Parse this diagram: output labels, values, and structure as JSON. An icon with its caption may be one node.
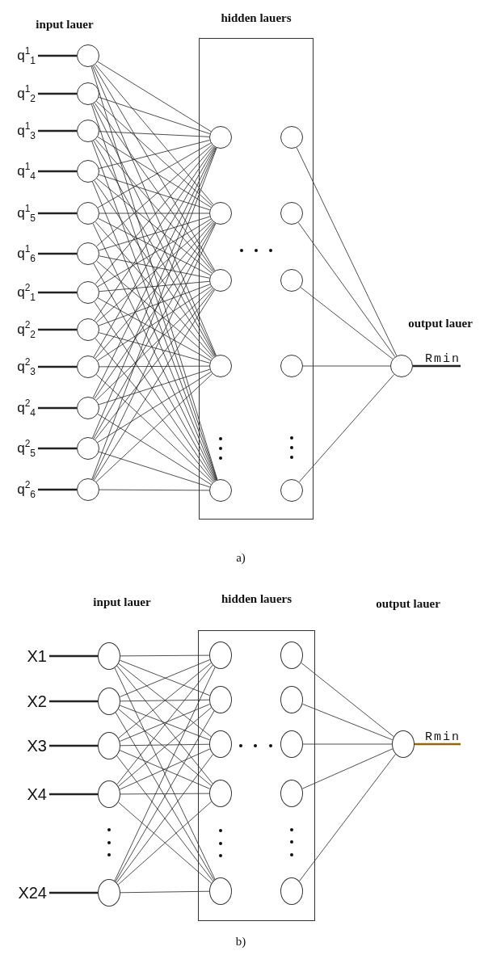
{
  "diagram": {
    "nodes": [
      {
        "text": [
          "hidden lauers"
        ]
      },
      {
        "text": [
          "q$^{1}$$_{1}$"
        ]
      },
      {
        "text": [
          "q$^{1}$$_{2}$"
        ]
      },
      {
        "text": [
          "q$^{1}$$_{3}$"
        ]
      },
      {
        "text": [
          "q$^{1}$$_{4}$"
        ]
      },
      {
        "text": [
          "q$^{1}$$_{5}$"
        ]
      },
      {
        "text": [
          "q$^{1}$$_{6}$"
        ]
      },
      {
        "text": [
          "q$^{2}$$_{1}$"
        ]
      },
      {
        "text": [
          "q$^{2}$$_{2}$"
        ]
      },
      {
        "text": [
          "q$^{2}$$_{3}$"
        ]
      },
      {
        "text": [
          "q$^{2}$$_{4}$"
        ]
      },
      {
        "text": [
          "q$^{2}$$_{5}$"
        ]
      },
      {
        "text": [
          "q$^{2}$$_{6}$"
        ]
      },
      {
        "text": [],
        "shape": "circle"
      },
      {
        "text": [],
        "shape": "circle"
      },
      {
        "text": [],
        "shape": "circle"
      },
      {
        "text": [],
        "shape": "circle"
      },
      {
        "text": [],
        "shape": "circle"
      },
      {
        "text": [],
        "shape": "circle"
      },
      {
        "text": [],
        "shape": "circle"
      },
      {
        "text": [],
        "shape": "circle"
      },
      {
        "text": [],
        "shape": "circle"
      },
      {
        "text": [],
        "shape": "circle"
      },
      {
        "text": [],
        "shape": "circle"
      },
      {
        "text": [],
        "shape": "circle"
      },
      {
        "text": [],
        "shape": "circle",
        "in": 0
      },
      {
        "text": [],
        "shape": "circle",
        "in": 0
      },
      {
        "text": [],
        "shape": "circle",
        "in": 0
      },
      {
        "text": [],
        "shape": "circle",
        "in": 0
      },
      {
        "text": [],
        "shape": "circle",
        "in": 0
      },
      {
        "text": [],
        "shape": "circle",
        "in": 0
      },
      {
        "text": [],
        "shape": "circle",
        "in": 0
      },
      {
        "text": [],
        "shape": "circle",
        "in": 0
      },
      {
        "text": [],
        "shape": "circle",
        "in": 0
      },
      {
        "text": [],
        "shape": "circle",
        "in": 0
      },
      {
        "text": [],
        "shape": "circle"
      },
      {
        "text": [
          "Rmin"
        ]
      },
      {
        "text": [
          "hidden lauers"
        ]
      },
      {
        "text": [
          "X1"
        ]
      },
      {
        "text": [
          "X2"
        ]
      },
      {
        "text": [
          "X3"
        ]
      },
      {
        "text": [
          "X4"
        ]
      },
      {
        "text": [
          "X24"
        ]
      },
      {
        "text": [],
        "shape": "circle"
      },
      {
        "text": [],
        "shape": "circle"
      },
      {
        "text": [],
        "shape": "circle"
      },
      {
        "text": [],
        "shape": "circle"
      },
      {
        "text": [],
        "shape": "circle"
      },
      {
        "text": [],
        "shape": "circle",
        "in": 37
      },
      {
        "text": [],
        "shape": "circle",
        "in": 37
      },
      {
        "text": [],
        "shape": "circle",
        "in": 37
      },
      {
        "text": [],
        "shape": "circle",
        "in": 37
      },
      {
        "text": [],
        "shape": "circle",
        "in": 37
      },
      {
        "text": [],
        "shape": "circle",
        "in": 37
      },
      {
        "text": [],
        "shape": "circle",
        "in": 37
      },
      {
        "text": [],
        "shape": "circle",
        "in": 37
      },
      {
        "text": [],
        "shape": "circle",
        "in": 37
      },
      {
        "text": [],
        "shape": "circle",
        "in": 37
      },
      {
        "text": [],
        "shape": "circle"
      },
      {
        "text": [
          "Rmin"
        ]
      }
    ],
    "edges": [
      {
        "from": 1,
        "to": 13,
        "arrow": "none",
        "style": "thick"
      },
      {
        "from": 2,
        "to": 14,
        "arrow": "none",
        "style": "thick"
      },
      {
        "from": 3,
        "to": 15,
        "arrow": "none",
        "style": "thick"
      },
      {
        "from": 4,
        "to": 16,
        "arrow": "none",
        "style": "thick"
      },
      {
        "from": 5,
        "to": 17,
        "arrow": "none",
        "style": "thick"
      },
      {
        "from": 6,
        "to": 18,
        "arrow": "none",
        "style": "thick"
      },
      {
        "from": 7,
        "to": 19,
        "arrow": "none",
        "style": "thick"
      },
      {
        "from": 8,
        "to": 20,
        "arrow": "none",
        "style": "thick"
      },
      {
        "from": 9,
        "to": 21,
        "arrow": "none",
        "style": "thick"
      },
      {
        "from": 10,
        "to": 22,
        "arrow": "none",
        "style": "thick"
      },
      {
        "from": 11,
        "to": 23,
        "arrow": "none",
        "style": "thick"
      },
      {
        "from": 12,
        "to": 24,
        "arrow": "none",
        "style": "thick"
      },
      {
        "from": 13,
        "to": 25,
        "arrow": "none"
      },
      {
        "from": 13,
        "to": 26,
        "arrow": "none"
      },
      {
        "from": 13,
        "to": 27,
        "arrow": "none"
      },
      {
        "from": 13,
        "to": 28,
        "arrow": "none"
      },
      {
        "from": 13,
        "to": 29,
        "arrow": "none"
      },
      {
        "from": 14,
        "to": 25,
        "arrow": "none"
      },
      {
        "from": 14,
        "to": 26,
        "arrow": "none"
      },
      {
        "from": 14,
        "to": 27,
        "arrow": "none"
      },
      {
        "from": 14,
        "to": 28,
        "arrow": "none"
      },
      {
        "from": 14,
        "to": 29,
        "arrow": "none"
      },
      {
        "from": 15,
        "to": 25,
        "arrow": "none"
      },
      {
        "from": 15,
        "to": 26,
        "arrow": "none"
      },
      {
        "from": 15,
        "to": 27,
        "arrow": "none"
      },
      {
        "from": 15,
        "to": 28,
        "arrow": "none"
      },
      {
        "from": 15,
        "to": 29,
        "arrow": "none"
      },
      {
        "from": 16,
        "to": 25,
        "arrow": "none"
      },
      {
        "from": 16,
        "to": 26,
        "arrow": "none"
      },
      {
        "from": 16,
        "to": 27,
        "arrow": "none"
      },
      {
        "from": 16,
        "to": 28,
        "arrow": "none"
      },
      {
        "from": 16,
        "to": 29,
        "arrow": "none"
      },
      {
        "from": 17,
        "to": 25,
        "arrow": "none"
      },
      {
        "from": 17,
        "to": 26,
        "arrow": "none"
      },
      {
        "from": 17,
        "to": 27,
        "arrow": "none"
      },
      {
        "from": 17,
        "to": 28,
        "arrow": "none"
      },
      {
        "from": 17,
        "to": 29,
        "arrow": "none"
      },
      {
        "from": 18,
        "to": 25,
        "arrow": "none"
      },
      {
        "from": 18,
        "to": 26,
        "arrow": "none"
      },
      {
        "from": 18,
        "to": 27,
        "arrow": "none"
      },
      {
        "from": 18,
        "to": 28,
        "arrow": "none"
      },
      {
        "from": 18,
        "to": 29,
        "arrow": "none"
      },
      {
        "from": 19,
        "to": 25,
        "arrow": "none"
      },
      {
        "from": 19,
        "to": 26,
        "arrow": "none"
      },
      {
        "from": 19,
        "to": 27,
        "arrow": "none"
      },
      {
        "from": 19,
        "to": 28,
        "arrow": "none"
      },
      {
        "from": 19,
        "to": 29,
        "arrow": "none"
      },
      {
        "from": 20,
        "to": 25,
        "arrow": "none"
      },
      {
        "from": 20,
        "to": 26,
        "arrow": "none"
      },
      {
        "from": 20,
        "to": 27,
        "arrow": "none"
      },
      {
        "from": 20,
        "to": 28,
        "arrow": "none"
      },
      {
        "from": 20,
        "to": 29,
        "arrow": "none"
      },
      {
        "from": 21,
        "to": 25,
        "arrow": "none"
      },
      {
        "from": 21,
        "to": 26,
        "arrow": "none"
      },
      {
        "from": 21,
        "to": 27,
        "arrow": "none"
      },
      {
        "from": 21,
        "to": 28,
        "arrow": "none"
      },
      {
        "from": 21,
        "to": 29,
        "arrow": "none"
      },
      {
        "from": 22,
        "to": 25,
        "arrow": "none"
      },
      {
        "from": 22,
        "to": 26,
        "arrow": "none"
      },
      {
        "from": 22,
        "to": 27,
        "arrow": "none"
      },
      {
        "from": 22,
        "to": 28,
        "arrow": "none"
      },
      {
        "from": 22,
        "to": 29,
        "arrow": "none"
      },
      {
        "from": 23,
        "to": 25,
        "arrow": "none"
      },
      {
        "from": 23,
        "to": 26,
        "arrow": "none"
      },
      {
        "from": 23,
        "to": 27,
        "arrow": "none"
      },
      {
        "from": 23,
        "to": 28,
        "arrow": "none"
      },
      {
        "from": 23,
        "to": 29,
        "arrow": "none"
      },
      {
        "from": 24,
        "to": 25,
        "arrow": "none"
      },
      {
        "from": 24,
        "to": 26,
        "arrow": "none"
      },
      {
        "from": 24,
        "to": 27,
        "arrow": "none"
      },
      {
        "from": 24,
        "to": 28,
        "arrow": "none"
      },
      {
        "from": 24,
        "to": 29,
        "arrow": "none"
      },
      {
        "from": 30,
        "to": 35,
        "arrow": "none"
      },
      {
        "from": 31,
        "to": 35,
        "arrow": "none"
      },
      {
        "from": 32,
        "to": 35,
        "arrow": "none"
      },
      {
        "from": 33,
        "to": 35,
        "arrow": "none"
      },
      {
        "from": 34,
        "to": 35,
        "arrow": "none"
      },
      {
        "from": 35,
        "to": 36,
        "arrow": "none",
        "style": "thick"
      },
      {
        "from": 38,
        "to": 43,
        "arrow": "none",
        "style": "thick"
      },
      {
        "from": 39,
        "to": 44,
        "arrow": "none",
        "style": "thick"
      },
      {
        "from": 40,
        "to": 45,
        "arrow": "none",
        "style": "thick"
      },
      {
        "from": 41,
        "to": 46,
        "arrow": "none",
        "style": "thick"
      },
      {
        "from": 42,
        "to": 47,
        "arrow": "none",
        "style": "thick"
      },
      {
        "from": 43,
        "to": 48,
        "arrow": "none"
      },
      {
        "from": 43,
        "to": 49,
        "arrow": "none"
      },
      {
        "from": 43,
        "to": 50,
        "arrow": "none"
      },
      {
        "from": 43,
        "to": 51,
        "arrow": "none"
      },
      {
        "from": 43,
        "to": 52,
        "arrow": "none"
      },
      {
        "from": 44,
        "to": 48,
        "arrow": "none"
      },
      {
        "from": 44,
        "to": 49,
        "arrow": "none"
      },
      {
        "from": 44,
        "to": 50,
        "arrow": "none"
      },
      {
        "from": 44,
        "to": 51,
        "arrow": "none"
      },
      {
        "from": 44,
        "to": 52,
        "arrow": "none"
      },
      {
        "from": 45,
        "to": 48,
        "arrow": "none"
      },
      {
        "from": 45,
        "to": 49,
        "arrow": "none"
      },
      {
        "from": 45,
        "to": 50,
        "arrow": "none"
      },
      {
        "from": 45,
        "to": 51,
        "arrow": "none"
      },
      {
        "from": 45,
        "to": 52,
        "arrow": "none"
      },
      {
        "from": 46,
        "to": 48,
        "arrow": "none"
      },
      {
        "from": 46,
        "to": 49,
        "arrow": "none"
      },
      {
        "from": 46,
        "to": 50,
        "arrow": "none"
      },
      {
        "from": 46,
        "to": 51,
        "arrow": "none"
      },
      {
        "from": 46,
        "to": 52,
        "arrow": "none"
      },
      {
        "from": 47,
        "to": 48,
        "arrow": "none"
      },
      {
        "from": 47,
        "to": 49,
        "arrow": "none"
      },
      {
        "from": 47,
        "to": 50,
        "arrow": "none"
      },
      {
        "from": 47,
        "to": 51,
        "arrow": "none"
      },
      {
        "from": 47,
        "to": 52,
        "arrow": "none"
      },
      {
        "from": 53,
        "to": 58,
        "arrow": "none"
      },
      {
        "from": 54,
        "to": 58,
        "arrow": "none"
      },
      {
        "from": 55,
        "to": 58,
        "arrow": "none"
      },
      {
        "from": 56,
        "to": 58,
        "arrow": "none"
      },
      {
        "from": 57,
        "to": 58,
        "arrow": "none"
      },
      {
        "from": 58,
        "to": 59,
        "arrow": "none",
        "style": "thick",
        "color": "#8b6914"
      }
    ],
    "labels": [
      "input lauer",
      "output lauer",
      "a)",
      "input lauer",
      "output lauer",
      "b)"
    ]
  }
}
